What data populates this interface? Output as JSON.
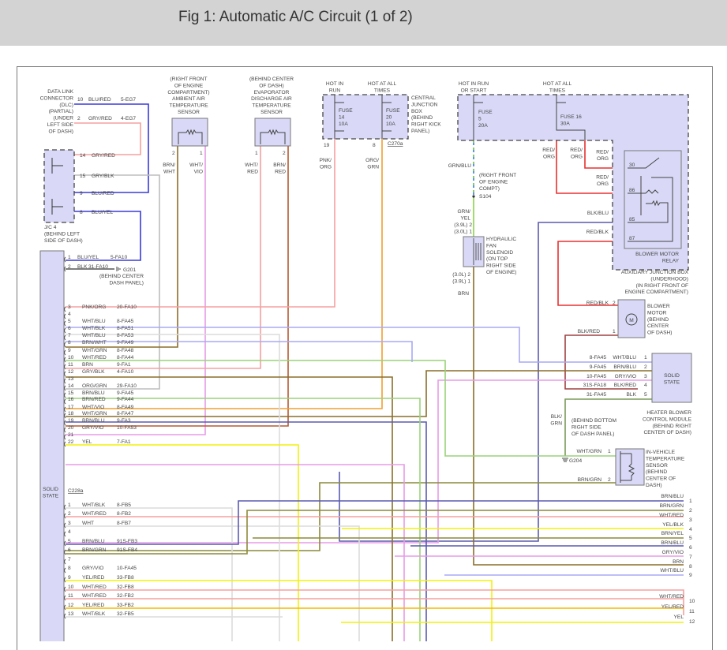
{
  "header": {
    "title": "Fig 1: Automatic A/C Circuit (1 of 2)"
  },
  "colors": {
    "component_fill": "#d9d9f7",
    "header_bg": "#d3d3d3"
  },
  "components": {
    "dlc": {
      "label": [
        "DATA LINK",
        "CONNECTOR",
        "(DLC)",
        "(PARTIAL)",
        "(UNDER",
        "LEFT SIDE",
        "OF DASH)"
      ],
      "pins": [
        {
          "pin": "10",
          "wire": "BLU/RED",
          "circuit": "5-EG7"
        },
        {
          "pin": "2",
          "wire": "GRY/RED",
          "circuit": "4-EG7"
        }
      ]
    },
    "jc4": {
      "label": [
        "J/C 4",
        "(BEHIND LEFT",
        "SIDE OF DASH)"
      ],
      "pins": [
        {
          "pin": "14",
          "wire": "GRY/RED"
        },
        {
          "pin": "15",
          "wire": "GRY/BLK"
        },
        {
          "pin": "9",
          "wire": "BLU/RED"
        },
        {
          "pin": "8",
          "wire": "BLU/YEL"
        }
      ]
    },
    "ambient_sensor": {
      "label": [
        "(RIGHT FRONT",
        "OF ENGINE",
        "COMPARTMENT)",
        "AMBIENT AIR",
        "TEMPERATURE",
        "SENSOR"
      ],
      "pins": [
        {
          "pin": "2",
          "wire": [
            "BRN/",
            "WHT"
          ]
        },
        {
          "pin": "1",
          "wire": [
            "WHT/",
            "VIO"
          ]
        }
      ]
    },
    "evap_sensor": {
      "label": [
        "(BEHIND CENTER",
        "OF DASH)",
        "EVAPORATOR",
        "DISCHARGE AIR",
        "TEMPERATURE",
        "SENSOR"
      ],
      "pins": [
        {
          "pin": "1",
          "wire": [
            "WHT/",
            "RED"
          ]
        },
        {
          "pin": "2",
          "wire": [
            "BRN/",
            "RED"
          ]
        }
      ]
    },
    "cjb": {
      "hot1": [
        "HOT IN",
        "RUN"
      ],
      "hot2": [
        "HOT AT ALL",
        "TIMES"
      ],
      "fuse_a": [
        "FUSE",
        "14",
        "10A"
      ],
      "fuse_b": [
        "FUSE",
        "20",
        "10A"
      ],
      "label": [
        "CENTRAL",
        "JUNCTION",
        "BOX",
        "(BEHIND",
        "RIGHT KICK",
        "PANEL)"
      ],
      "pin_a": "19",
      "pin_b": "8",
      "connector": "C270a",
      "wire_a": [
        "PNK/",
        "ORG"
      ],
      "wire_b": [
        "ORG/",
        "GRN"
      ]
    },
    "ajb": {
      "hot1": [
        "HOT IN RUN",
        "OR START"
      ],
      "hot2": [
        "HOT AT ALL",
        "TIMES"
      ],
      "fuse_a": [
        "FUSE",
        "5",
        "20A"
      ],
      "fuse_b": [
        "FUSE 16",
        "30A"
      ],
      "label": [
        "AUXILIARY JUNCTION BOX",
        "(UNDERHOOD)",
        "(IN RIGHT FRONT OF",
        "ENGINE COMPARTMENT)"
      ],
      "wires": [
        "RED/",
        "ORG"
      ]
    },
    "splice": {
      "wire_in": "GRN/BLU",
      "location": [
        "(RIGHT FRONT",
        "OF ENGINE",
        "COMPT)"
      ],
      "id": "S104",
      "wire_out": [
        "GRN/",
        "YEL"
      ]
    },
    "fan_solenoid": {
      "label": [
        "HYDRAULIC",
        "FAN",
        "SOLENOID",
        "(ON TOP",
        "RIGHT SIDE",
        "OF ENGINE)"
      ],
      "top_pins": [
        "(3.9L) 2",
        "(3.0L) 1"
      ],
      "bottom_pins": [
        "(3.0L) 2",
        "(3.9L) 1"
      ],
      "wire_out": "BRN"
    },
    "relay": {
      "label": [
        "BLOWER MOTOR",
        "RELAY"
      ],
      "pins": [
        {
          "pin": "30",
          "wire": [
            "RED/",
            "ORG"
          ]
        },
        {
          "pin": "86",
          "wire": [
            "RED/",
            "ORG"
          ]
        },
        {
          "pin": "85",
          "wire": [
            "BLK/BLU"
          ]
        },
        {
          "pin": "87",
          "wire": [
            "RED/BLK"
          ]
        }
      ]
    },
    "blower_motor": {
      "label": [
        "BLOWER",
        "MOTOR",
        "(BEHIND",
        "CENTER",
        "OF DASH)"
      ],
      "symbol": "M",
      "pins": [
        {
          "pin": "2",
          "wire": "RED/BLK"
        },
        {
          "pin": "1",
          "wire": "BLK/RED"
        }
      ]
    },
    "heater_module": {
      "inner": [
        "SOLID",
        "STATE"
      ],
      "label": [
        "HEATER BLOWER",
        "CONTROL MODULE",
        "(BEHIND RIGHT",
        "CENTER OF DASH)"
      ],
      "pins": [
        {
          "pin": "1",
          "wire": "WHT/BLU",
          "circuit": "8-FA45"
        },
        {
          "pin": "2",
          "wire": "BRN/BLU",
          "circuit": "9-FA45"
        },
        {
          "pin": "3",
          "wire": "GRY/VIO",
          "circuit": "10-FA45"
        },
        {
          "pin": "4",
          "wire": "BLK/RED",
          "circuit": "31S-FA18"
        },
        {
          "pin": "5",
          "wire": "BLK",
          "circuit": "31-FA45"
        }
      ]
    },
    "ground_g204": {
      "wire": [
        "BLK/",
        "GRN"
      ],
      "location": [
        "(BEHIND BOTTOM",
        "RIGHT SIDE",
        "OF DASH PANEL)"
      ],
      "id": "G204"
    },
    "ground_g201": {
      "id": "G201",
      "location": [
        "(BEHIND CENTER",
        "DASH PANEL)"
      ]
    },
    "invehicle_sensor": {
      "label": [
        "IN-VEHICLE",
        "TEMPERATURE",
        "SENSOR",
        "(BEHIND",
        "CENTER OF",
        "DASH)"
      ],
      "pins": [
        {
          "pin": "1",
          "wire": "WHT/GRN"
        },
        {
          "pin": "2",
          "wire": "BRN/GRN"
        }
      ]
    },
    "control_module": {
      "inner": [
        "SOLID",
        "STATE"
      ],
      "connector": "C228a",
      "pins_a": [
        {
          "pin": "1",
          "wire": "BLU/YEL",
          "circuit": "5-FA10"
        },
        {
          "pin": "2",
          "wire": "BLK",
          "circuit": "31-FA10"
        },
        {
          "pin": "3",
          "wire": "PNK/ORG",
          "circuit": "20-FA10"
        },
        {
          "pin": "4",
          "wire": "",
          "circuit": ""
        },
        {
          "pin": "5",
          "wire": "WHT/BLU",
          "circuit": "8-FA45"
        },
        {
          "pin": "6",
          "wire": "WHT/BLK",
          "circuit": "8-FA51"
        },
        {
          "pin": "7",
          "wire": "WHT/BLU",
          "circuit": "8-FA53"
        },
        {
          "pin": "8",
          "wire": "BRN/WHT",
          "circuit": "9-FA49"
        },
        {
          "pin": "9",
          "wire": "WHT/GRN",
          "circuit": "8-FA48"
        },
        {
          "pin": "10",
          "wire": "WHT/RED",
          "circuit": "8-FA44"
        },
        {
          "pin": "11",
          "wire": "BRN",
          "circuit": "9-FA1"
        },
        {
          "pin": "12",
          "wire": "GRY/BLK",
          "circuit": "4-FA10"
        },
        {
          "pin": "13",
          "wire": "",
          "circuit": ""
        },
        {
          "pin": "14",
          "wire": "ORG/GRN",
          "circuit": "29-FA10"
        },
        {
          "pin": "15",
          "wire": "BRN/BLU",
          "circuit": "9-FA45"
        },
        {
          "pin": "16",
          "wire": "BRN/RED",
          "circuit": "9-FA44"
        },
        {
          "pin": "17",
          "wire": "WHT/VIO",
          "circuit": "8-FA49"
        },
        {
          "pin": "18",
          "wire": "WHT/GRN",
          "circuit": "8-FA47"
        },
        {
          "pin": "19",
          "wire": "BRN/BLU",
          "circuit": "9-FA3"
        },
        {
          "pin": "20",
          "wire": "GRY/VIO",
          "circuit": "10-FA53"
        },
        {
          "pin": "21",
          "wire": "",
          "circuit": ""
        },
        {
          "pin": "22",
          "wire": "YEL",
          "circuit": "7-FA1"
        }
      ],
      "pins_b": [
        {
          "pin": "1",
          "wire": "WHT/BLK",
          "circuit": "8-FB5"
        },
        {
          "pin": "2",
          "wire": "WHT/RED",
          "circuit": "8-FB2"
        },
        {
          "pin": "3",
          "wire": "WHT",
          "circuit": "8-FB7"
        },
        {
          "pin": "4",
          "wire": "",
          "circuit": ""
        },
        {
          "pin": "5",
          "wire": "BRN/BLU",
          "circuit": "91S-FB3"
        },
        {
          "pin": "6",
          "wire": "BRN/GRN",
          "circuit": "91S-FB4"
        },
        {
          "pin": "7",
          "wire": "",
          "circuit": ""
        },
        {
          "pin": "8",
          "wire": "GRY/VIO",
          "circuit": "10-FA45"
        },
        {
          "pin": "9",
          "wire": "YEL/RED",
          "circuit": "33-FB8"
        },
        {
          "pin": "10",
          "wire": "WHT/RED",
          "circuit": "32-FB8"
        },
        {
          "pin": "11",
          "wire": "WHT/RED",
          "circuit": "32-FB2"
        },
        {
          "pin": "12",
          "wire": "YEL/RED",
          "circuit": "33-FB2"
        },
        {
          "pin": "13",
          "wire": "WHT/BLK",
          "circuit": "32-FB5"
        }
      ]
    },
    "continuation": [
      {
        "num": "1",
        "wire": "BRN/BLU"
      },
      {
        "num": "2",
        "wire": "BRN/GRN"
      },
      {
        "num": "3",
        "wire": "WHT/RED"
      },
      {
        "num": "4",
        "wire": "YEL/BLK"
      },
      {
        "num": "5",
        "wire": "BRN/YEL"
      },
      {
        "num": "6",
        "wire": "BRN/BLU"
      },
      {
        "num": "7",
        "wire": "GRY/VIO"
      },
      {
        "num": "8",
        "wire": "BRN"
      },
      {
        "num": "9",
        "wire": "WHT/BLU"
      },
      {
        "num": "10",
        "wire": "WHT/RED"
      },
      {
        "num": "11",
        "wire": "YEL/RED"
      },
      {
        "num": "12",
        "wire": "YEL"
      }
    ]
  }
}
